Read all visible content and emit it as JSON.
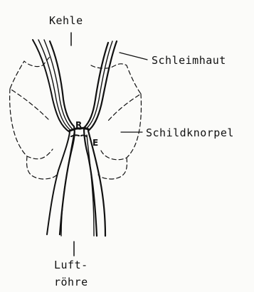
{
  "labels": {
    "top": "Kehle",
    "mucosa": "Schleimhaut",
    "cartilage": "Schildknorpel",
    "bottom_line1": "Luft-",
    "bottom_line2": "röhre",
    "marker_r": "R",
    "marker_e": "E"
  },
  "colors": {
    "ink": "#111111",
    "paper": "#fbfbf9"
  }
}
